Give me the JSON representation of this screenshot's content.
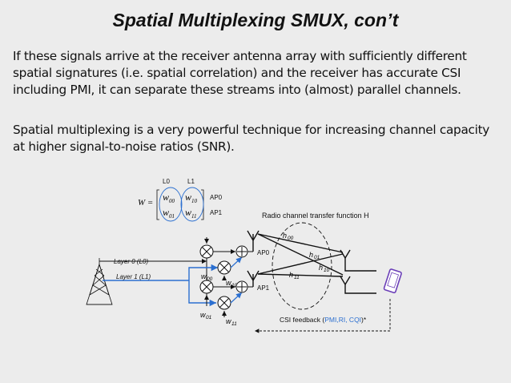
{
  "title": "Spatial Multiplexing SMUX, con’t",
  "paragraphs": [
    "If these signals arrive at the receiver antenna array with sufficiently different spatial signatures (i.e. spatial correlation) and the receiver has accurate CSI including PMI, it can separate these streams into (almost) parallel channels.",
    "Spatial multiplexing is a very powerful technique for increasing channel capacity at higher signal-to-noise ratios (SNR)."
  ],
  "matrix": {
    "symbol": "W =",
    "col_labels": [
      "L0",
      "L1"
    ],
    "row_labels": [
      "AP0",
      "AP1"
    ],
    "cells": [
      "w",
      "w",
      "w",
      "w"
    ],
    "subscripts": [
      "00",
      "10",
      "01",
      "11"
    ]
  },
  "layers": [
    "Layer 0 (L0)",
    "Layer 1 (L1)"
  ],
  "weights": [
    "w",
    "w",
    "w",
    "w"
  ],
  "weight_subscripts": [
    "00",
    "10",
    "01",
    "11"
  ],
  "tx_ports": [
    "AP0",
    "AP1"
  ],
  "channel_label": "Radio channel transfer function H",
  "channel_coeffs": [
    "h",
    "h",
    "h",
    "h"
  ],
  "channel_subscripts": [
    "00",
    "01",
    "10",
    "11"
  ],
  "feedback": {
    "prefix": "CSI feedback (",
    "items": "PMI,RI, CQI",
    "suffix": ")*"
  },
  "colors": {
    "blue": "#2b6fd0",
    "background": "#ececec"
  }
}
